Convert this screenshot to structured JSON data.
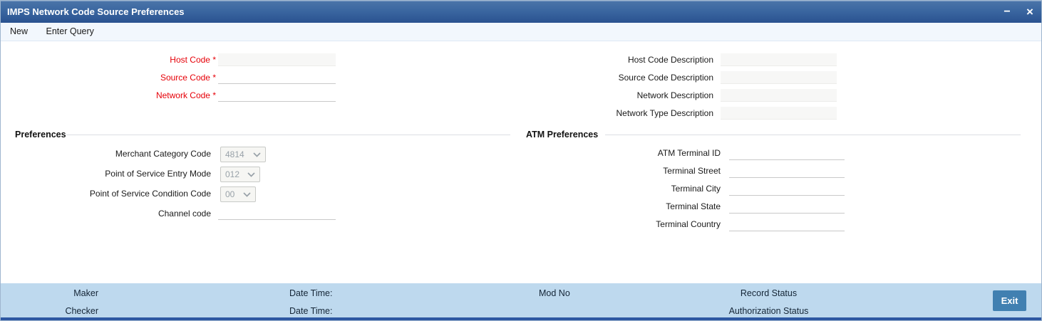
{
  "window": {
    "title": "IMPS Network Code Source Preferences",
    "minimize_glyph": "−",
    "close_glyph": "×"
  },
  "toolbar": {
    "new_label": "New",
    "enter_query_label": "Enter Query"
  },
  "required_marker": " *",
  "form": {
    "host_code_label": "Host Code",
    "source_code_label": "Source Code",
    "network_code_label": "Network Code",
    "host_code_description_label": "Host Code Description",
    "source_code_description_label": "Source Code Description",
    "network_description_label": "Network Description",
    "network_type_description_label": "Network Type Description",
    "values": {
      "host_code": "",
      "source_code": "",
      "network_code": "",
      "host_code_description": "",
      "source_code_description": "",
      "network_description": "",
      "network_type_description": ""
    }
  },
  "preferences": {
    "title": "Preferences",
    "merchant_category_code_label": "Merchant Category Code",
    "merchant_category_code_value": "4814",
    "pos_entry_mode_label": "Point of Service Entry Mode",
    "pos_entry_mode_value": "012",
    "pos_condition_code_label": "Point of Service Condition Code",
    "pos_condition_code_value": "00",
    "channel_code_label": "Channel code",
    "channel_code_value": ""
  },
  "atm_preferences": {
    "title": "ATM Preferences",
    "atm_terminal_id_label": "ATM Terminal ID",
    "terminal_street_label": "Terminal Street",
    "terminal_city_label": "Terminal City",
    "terminal_state_label": "Terminal State",
    "terminal_country_label": "Terminal Country",
    "values": {
      "atm_terminal_id": "",
      "terminal_street": "",
      "terminal_city": "",
      "terminal_state": "",
      "terminal_country": ""
    }
  },
  "footer": {
    "maker_label": "Maker",
    "checker_label": "Checker",
    "maker_datetime_label": "Date Time:",
    "checker_datetime_label": "Date Time:",
    "mod_no_label": "Mod No",
    "record_status_label": "Record Status",
    "authorization_status_label": "Authorization Status",
    "exit_label": "Exit"
  },
  "colors": {
    "titlebar_gradient_top": "#4a74a8",
    "titlebar_gradient_bottom": "#2a5290",
    "titlebar_text": "#ffffff",
    "toolbar_bg": "#f2f7fd",
    "required_label": "#e60008",
    "label_text": "#1a1a1a",
    "disabled_field_bg": "#f7f7f6",
    "field_underline": "#c9c9c9",
    "select_text": "#99a2a9",
    "footer_bg": "#bed9ee",
    "exit_button_bg": "#4180b1",
    "bottom_strip": "#2d58a2"
  }
}
